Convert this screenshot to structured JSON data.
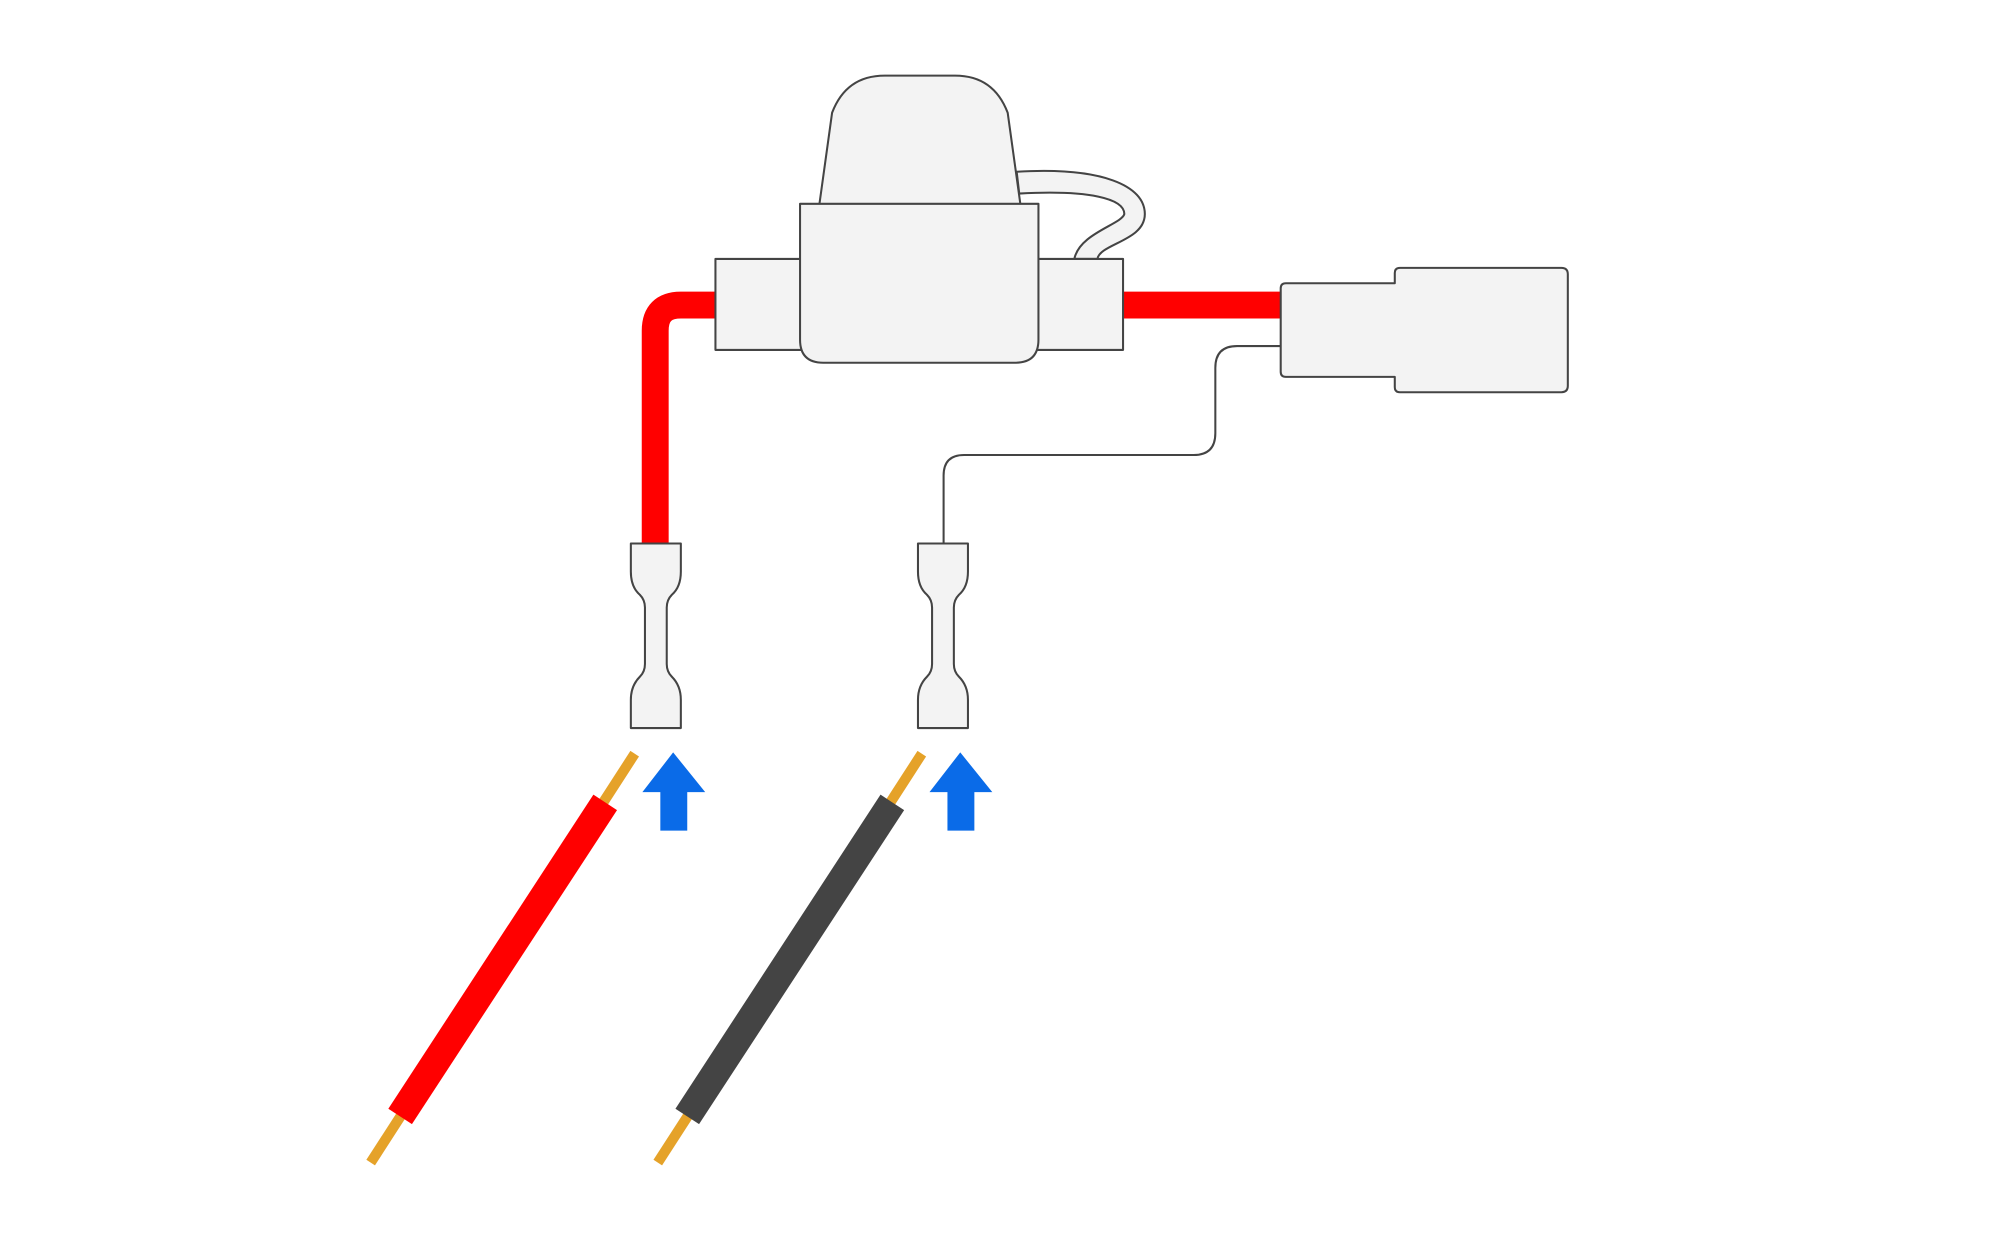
{
  "diagram": {
    "description_items": [
      "fuse-holder",
      "connector",
      "terminal",
      "terminal",
      "red-wire-lead",
      "black-wire-lead",
      "arrow-up",
      "arrow-up"
    ],
    "colors": {
      "positive_wire": "#ff0000",
      "negative_wire": "#444444",
      "copper": "#e5a229",
      "arrow": "#0a6be8",
      "part_fill": "#f3f3f3",
      "part_stroke": "#444444"
    }
  }
}
